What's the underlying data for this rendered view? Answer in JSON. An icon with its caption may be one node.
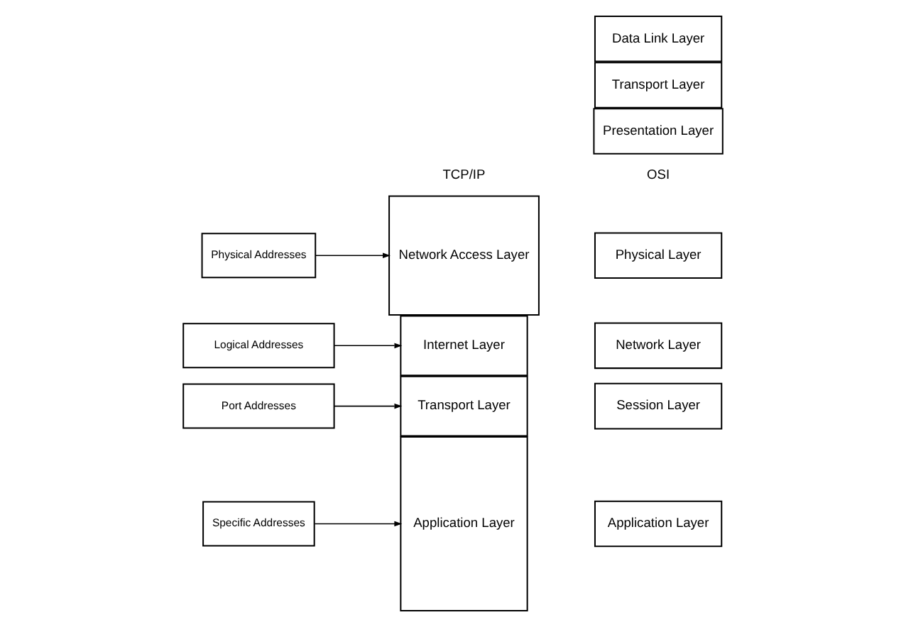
{
  "diagram": {
    "nodes": [
      {
        "text": [
          "Specific Addresses"
        ]
      },
      {
        "text": [
          "Port Addresses"
        ]
      },
      {
        "text": [
          "Logical Addresses"
        ]
      },
      {
        "text": [
          "Physical Addresses"
        ]
      },
      {
        "text": [
          "Application Layer"
        ]
      },
      {
        "text": [
          "Transport Layer"
        ]
      },
      {
        "text": [
          "Internet Layer"
        ]
      },
      {
        "text": [
          "Network Access Layer"
        ]
      },
      {
        "text": [
          "Application Layer"
        ]
      },
      {
        "text": [
          "Presentation Layer"
        ]
      },
      {
        "text": [
          "Session Layer"
        ]
      },
      {
        "text": [
          "Transport Layer"
        ]
      },
      {
        "text": [
          "Network Layer"
        ]
      },
      {
        "text": [
          "Data Link Layer"
        ]
      },
      {
        "text": [
          "Physical Layer"
        ]
      }
    ],
    "edges": [
      {
        "from": 0,
        "to": 4,
        "arrow": "to"
      },
      {
        "from": 1,
        "to": 5,
        "arrow": "to"
      },
      {
        "from": 2,
        "to": 6,
        "arrow": "to"
      },
      {
        "from": 3,
        "to": 7,
        "arrow": "to"
      }
    ],
    "labels": [
      "TCP/IP",
      "OSI"
    ]
  }
}
